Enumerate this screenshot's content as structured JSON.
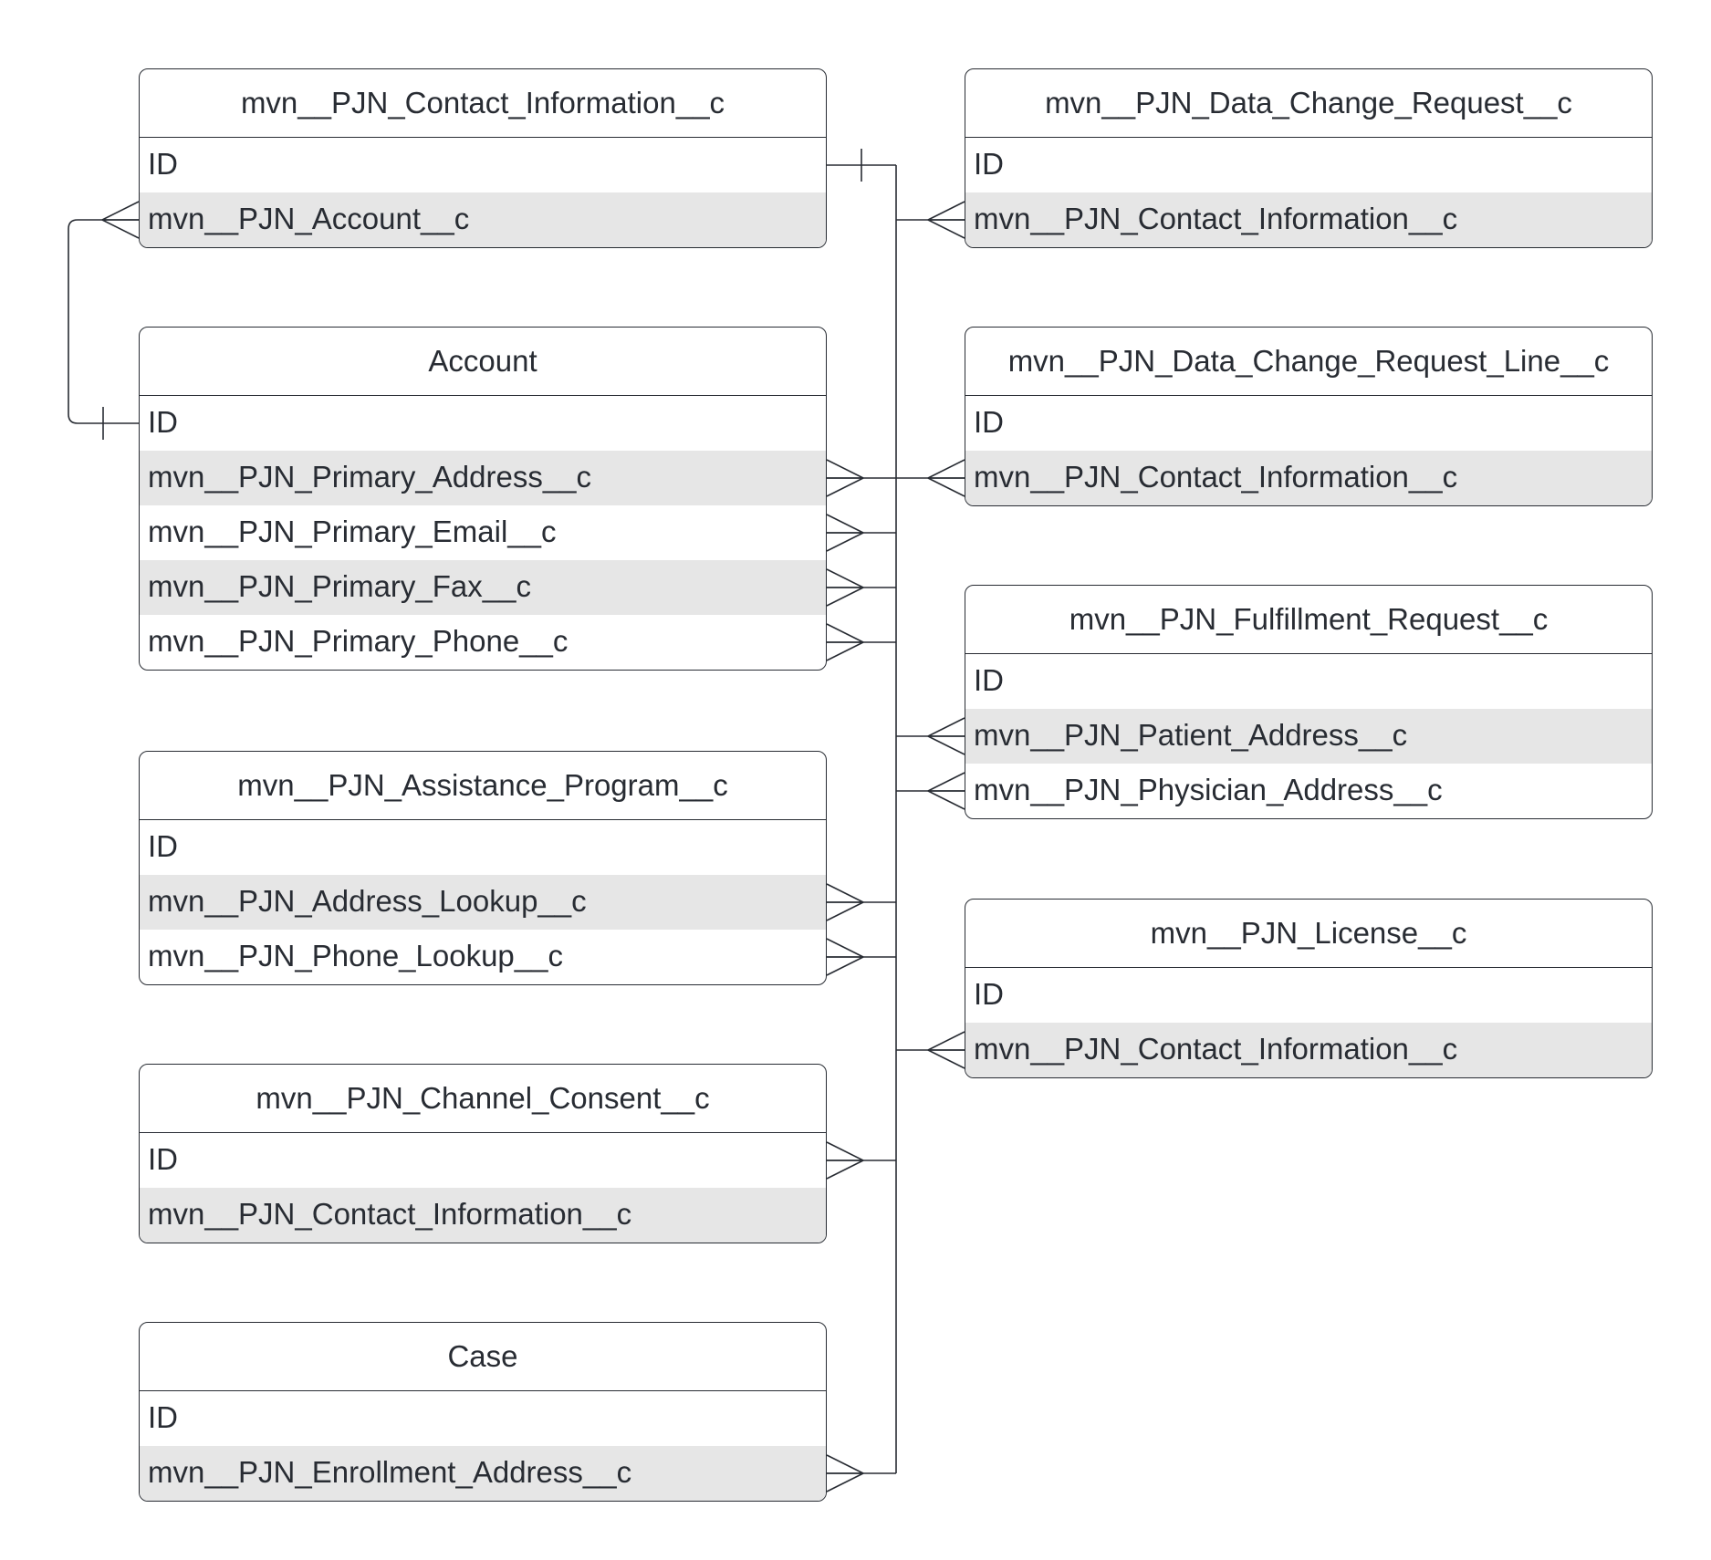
{
  "entities": [
    {
      "id": "contact_information",
      "title": "mvn__PJN_Contact_Information__c",
      "fields": [
        "ID",
        "mvn__PJN_Account__c"
      ]
    },
    {
      "id": "account",
      "title": "Account",
      "fields": [
        "ID",
        "mvn__PJN_Primary_Address__c",
        "mvn__PJN_Primary_Email__c",
        "mvn__PJN_Primary_Fax__c",
        "mvn__PJN_Primary_Phone__c"
      ]
    },
    {
      "id": "assistance_program",
      "title": "mvn__PJN_Assistance_Program__c",
      "fields": [
        "ID",
        "mvn__PJN_Address_Lookup__c",
        "mvn__PJN_Phone_Lookup__c"
      ]
    },
    {
      "id": "channel_consent",
      "title": "mvn__PJN_Channel_Consent__c",
      "fields": [
        "ID",
        "mvn__PJN_Contact_Information__c"
      ]
    },
    {
      "id": "case",
      "title": "Case",
      "fields": [
        "ID",
        "mvn__PJN_Enrollment_Address__c"
      ]
    },
    {
      "id": "data_change_request",
      "title": "mvn__PJN_Data_Change_Request__c",
      "fields": [
        "ID",
        "mvn__PJN_Contact_Information__c"
      ]
    },
    {
      "id": "data_change_request_line",
      "title": "mvn__PJN_Data_Change_Request_Line__c",
      "fields": [
        "ID",
        "mvn__PJN_Contact_Information__c"
      ]
    },
    {
      "id": "fulfillment_request",
      "title": "mvn__PJN_Fulfillment_Request__c",
      "fields": [
        "ID",
        "mvn__PJN_Patient_Address__c",
        "mvn__PJN_Physician_Address__c"
      ]
    },
    {
      "id": "license",
      "title": "mvn__PJN_License__c",
      "fields": [
        "ID",
        "mvn__PJN_Contact_Information__c"
      ]
    }
  ],
  "relationships": [
    {
      "one": "account.ID",
      "many": "contact_information.mvn__PJN_Account__c"
    },
    {
      "one": "contact_information.ID",
      "many": "account.mvn__PJN_Primary_Address__c"
    },
    {
      "one": "contact_information.ID",
      "many": "account.mvn__PJN_Primary_Email__c"
    },
    {
      "one": "contact_information.ID",
      "many": "account.mvn__PJN_Primary_Fax__c"
    },
    {
      "one": "contact_information.ID",
      "many": "account.mvn__PJN_Primary_Phone__c"
    },
    {
      "one": "contact_information.ID",
      "many": "assistance_program.mvn__PJN_Address_Lookup__c"
    },
    {
      "one": "contact_information.ID",
      "many": "assistance_program.mvn__PJN_Phone_Lookup__c"
    },
    {
      "one": "contact_information.ID",
      "many": "channel_consent.ID"
    },
    {
      "one": "contact_information.ID",
      "many": "case.mvn__PJN_Enrollment_Address__c"
    },
    {
      "one": "contact_information.ID",
      "many": "data_change_request.mvn__PJN_Contact_Information__c"
    },
    {
      "one": "contact_information.ID",
      "many": "data_change_request_line.mvn__PJN_Contact_Information__c"
    },
    {
      "one": "contact_information.ID",
      "many": "fulfillment_request.mvn__PJN_Patient_Address__c"
    },
    {
      "one": "contact_information.ID",
      "many": "fulfillment_request.mvn__PJN_Physician_Address__c"
    },
    {
      "one": "contact_information.ID",
      "many": "license.mvn__PJN_Contact_Information__c"
    }
  ],
  "colors": {
    "stroke": "#282c33",
    "shaded_row": "#e6e6e6",
    "background": "#ffffff"
  }
}
